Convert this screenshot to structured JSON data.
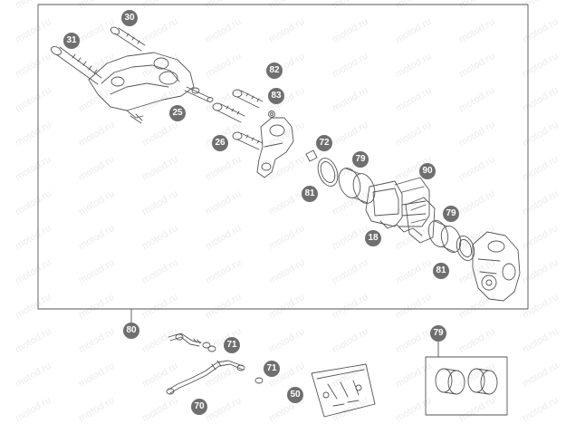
{
  "watermark": "motod.ru",
  "callouts": {
    "c30": "30",
    "c31": "31",
    "c82": "82",
    "c83": "83",
    "c25": "25",
    "c72": "72",
    "c26": "26",
    "c79a": "79",
    "c90": "90",
    "c81a": "81",
    "c79b": "79",
    "c18": "18",
    "c81b": "81",
    "c80": "80",
    "c71a": "71",
    "c71b": "71",
    "c79c": "79",
    "c70": "70",
    "c50": "50"
  },
  "colors": {
    "line": "#555555",
    "callout_bg": "#6f6f6f",
    "watermark": "#ececec"
  }
}
